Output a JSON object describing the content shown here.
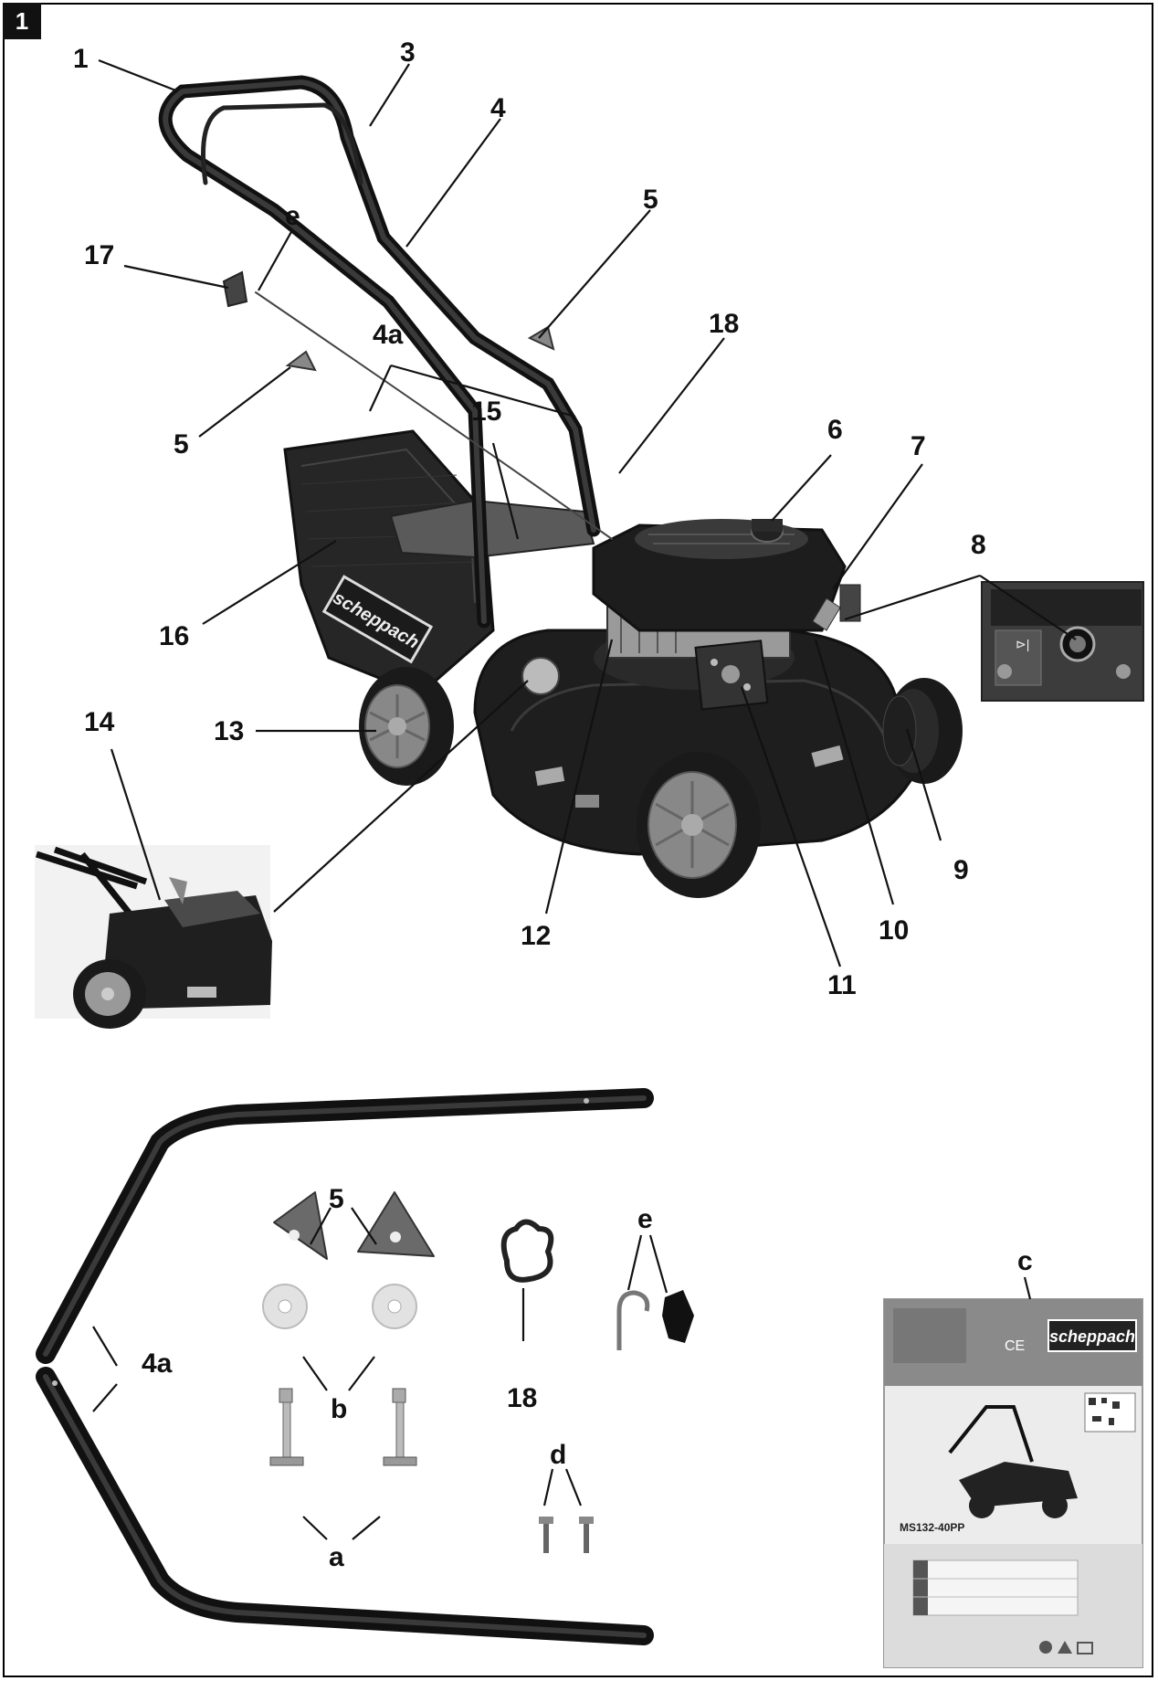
{
  "figure": {
    "number": "1",
    "colors": {
      "ink": "#111111",
      "body_dark": "#1d1d1d",
      "body_mid": "#3a3a3a",
      "grey": "#8a8a8a",
      "light": "#d4d4d4"
    }
  },
  "callouts": {
    "c1": "1",
    "c3": "3",
    "c4": "4",
    "c5a": "5",
    "c5b": "5",
    "ce": "e",
    "c17": "17",
    "c4a": "4a",
    "c18": "18",
    "c15": "15",
    "c6": "6",
    "c7": "7",
    "c8": "8",
    "c16": "16",
    "c13": "13",
    "c14": "14",
    "c12": "12",
    "c11": "11",
    "c10": "10",
    "c9": "9"
  },
  "parts": {
    "p5": "5",
    "pe": "e",
    "pc": "c",
    "p4a": "4a",
    "pb": "b",
    "p18": "18",
    "pd": "d",
    "pa": "a"
  },
  "branding": {
    "logo": "scheppach",
    "ce_mark": "CE"
  },
  "manual_cover": {
    "model": "MS132-40PP"
  }
}
